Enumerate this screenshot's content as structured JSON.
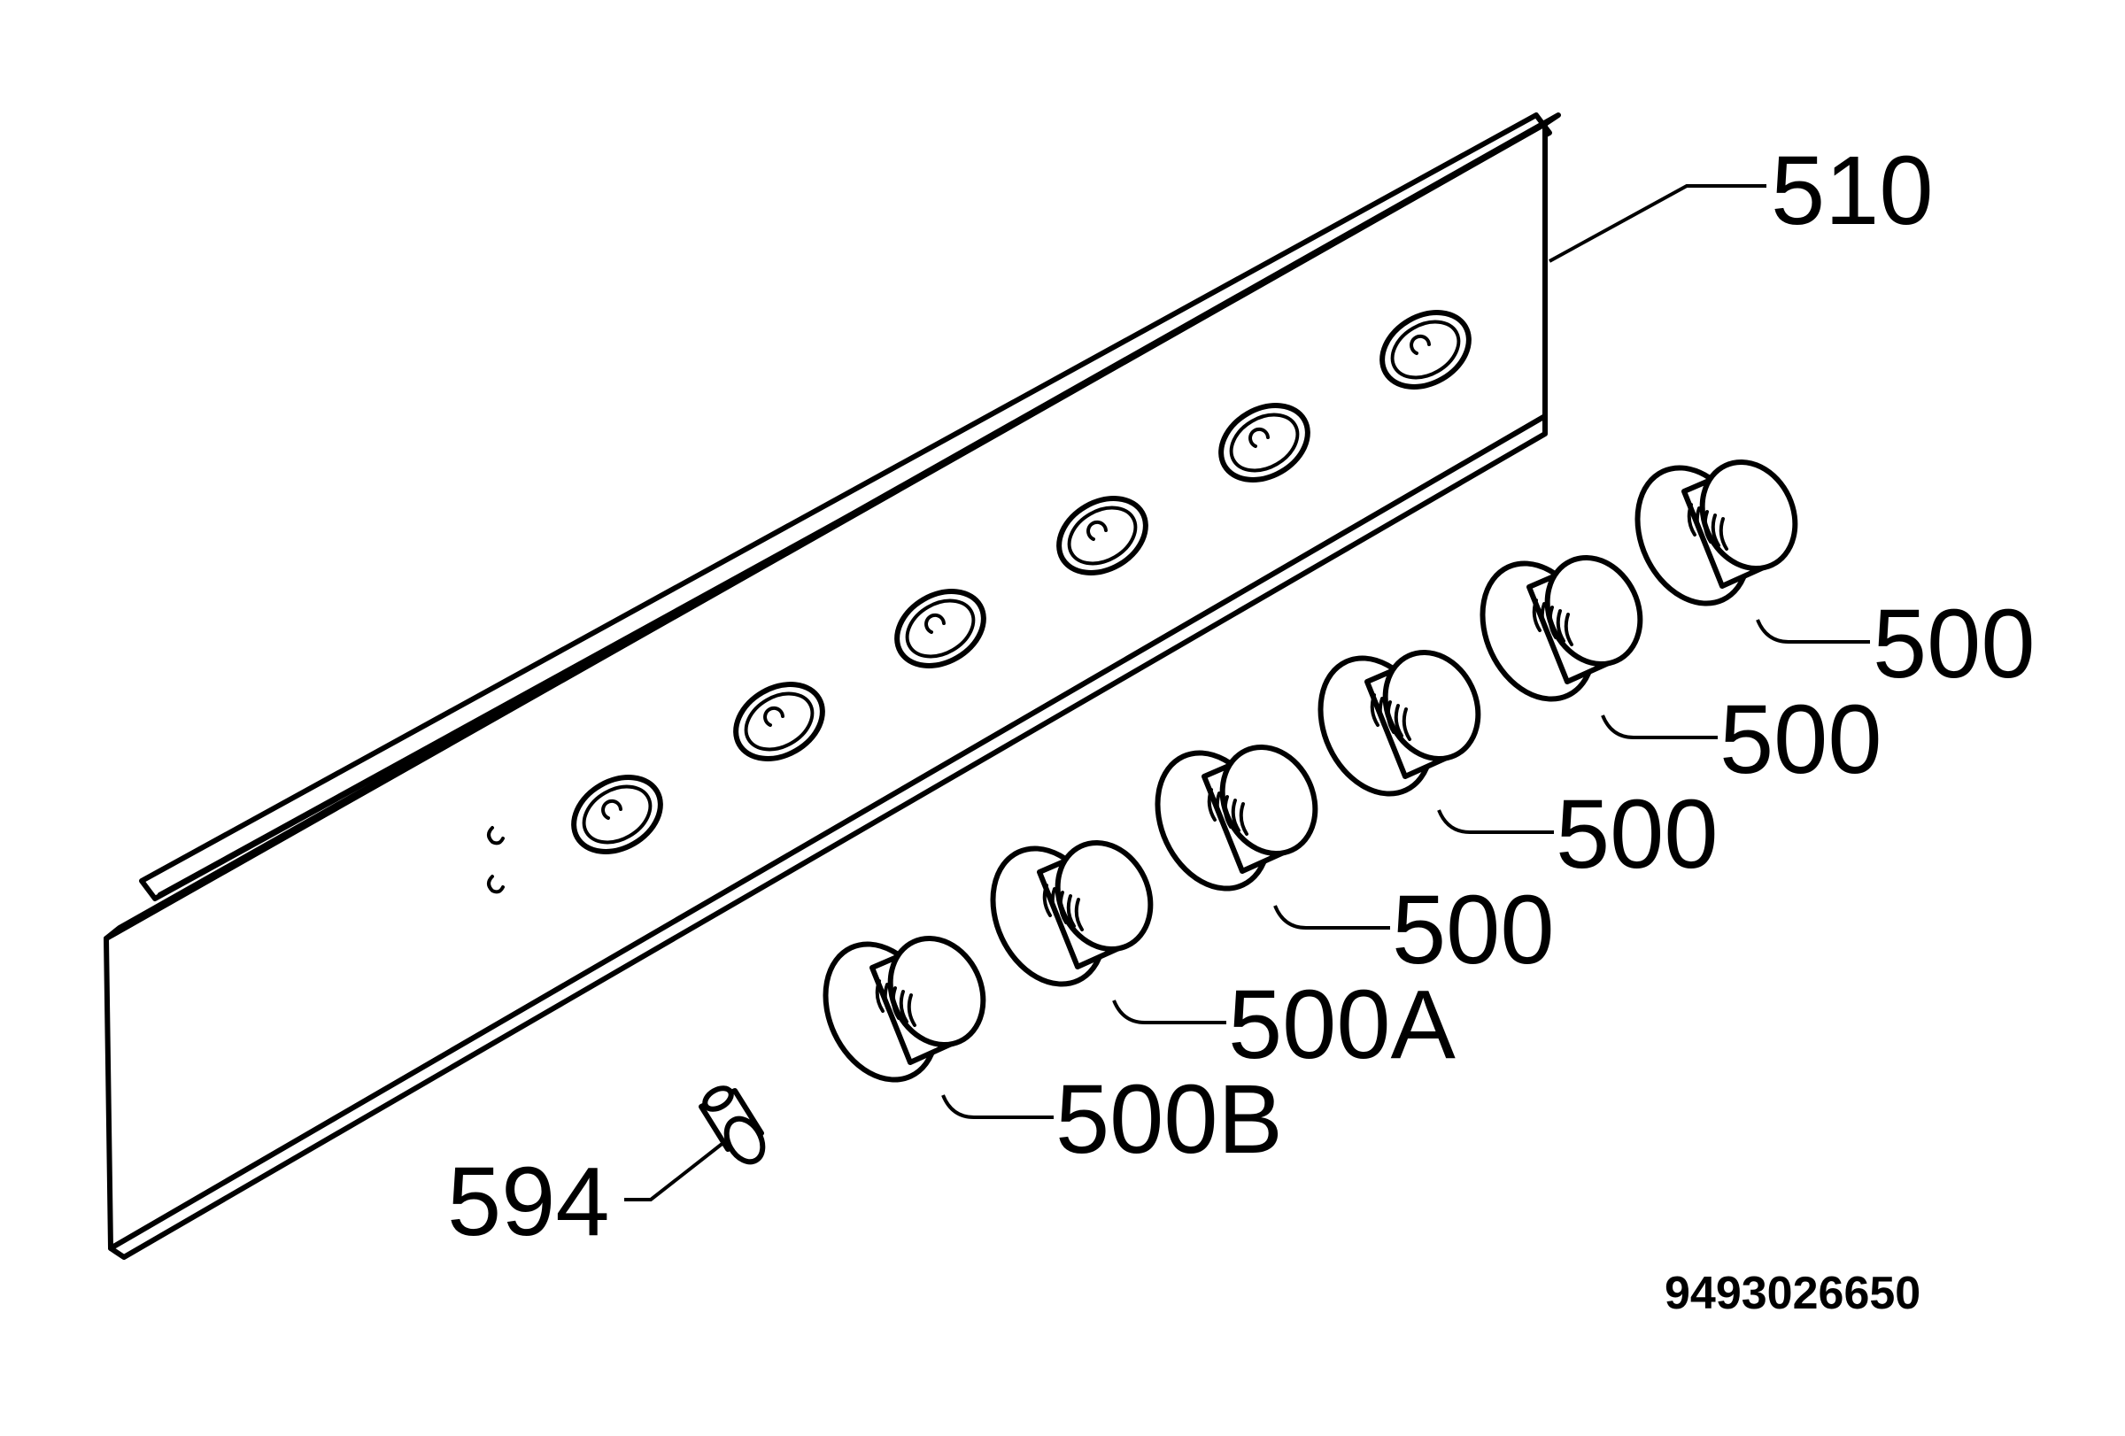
{
  "callouts": {
    "panel": "510",
    "knob_1": "500",
    "knob_2": "500",
    "knob_3": "500",
    "knob_4": "500",
    "knob_5": "500A",
    "knob_6": "500B",
    "spacer": "594"
  },
  "document_number": "9493026650"
}
